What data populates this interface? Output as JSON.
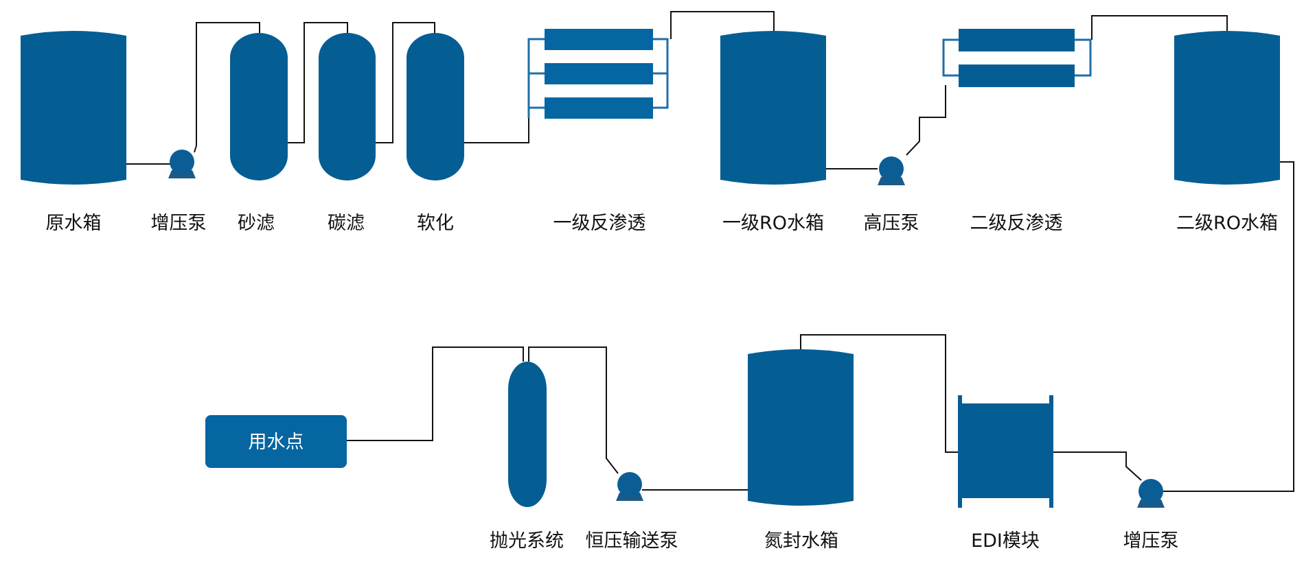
{
  "colors": {
    "vessel": "#045e94",
    "membrane": "#0566a2",
    "pipe": "#111111",
    "pump": "#0b5e95"
  },
  "labels": {
    "raw_tank": "原水箱",
    "booster_pump_1": "增压泵",
    "sand_filter": "砂滤",
    "carbon_filter": "碳滤",
    "softener": "软化",
    "ro1": "一级反渗透",
    "ro1_tank": "一级RO水箱",
    "high_pressure_pump": "高压泵",
    "ro2": "二级反渗透",
    "ro2_tank": "二级RO水箱",
    "booster_pump_2": "增压泵",
    "edi": "EDI模块",
    "nitrogen_tank": "氮封水箱",
    "constant_pressure_pump": "恒压输送泵",
    "polishing": "抛光系统",
    "use_point": "用水点"
  }
}
